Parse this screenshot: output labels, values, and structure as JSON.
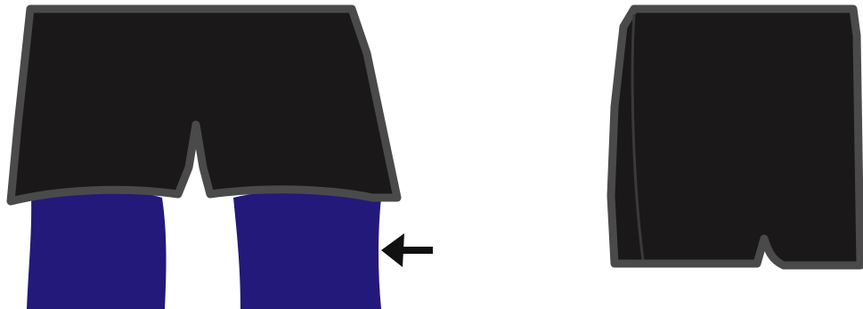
{
  "illustrations": [
    {
      "name": "shorts-with-undershorts-front",
      "items": [
        "outer-shorts",
        "compression-undershorts",
        "pointer-arrow"
      ]
    },
    {
      "name": "shorts-side",
      "items": [
        "outer-shorts"
      ]
    }
  ],
  "colors": {
    "shorts_fill": "#1a1818",
    "shorts_outline": "#4a4a4a",
    "undershorts_fill": "#23197a",
    "arrow": "#111111",
    "background": "#ffffff"
  },
  "icons": {
    "arrow": "arrow-left-icon"
  }
}
